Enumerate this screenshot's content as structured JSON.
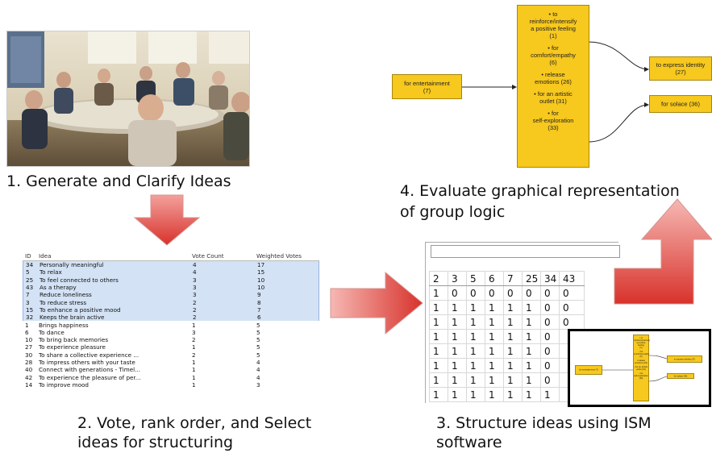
{
  "captions": {
    "step1": "1. Generate and Clarify Ideas",
    "step2_line1": "2. Vote, rank order, and Select",
    "step2_line2": "ideas for structuring",
    "step3_line1": "3. Structure ideas using ISM",
    "step3_line2": "software",
    "step4_line1": "4. Evaluate graphical representation",
    "step4_line2": "of group logic"
  },
  "graph": {
    "source": "for entertainment\n(7)",
    "middle": [
      "• to\nreinforce/intensify\na positive feeling\n(1)",
      "• for\ncomfort/empathy\n(6)",
      "• release\nemotions (26)",
      "• for an artistic\noutlet (31)",
      "• for\nself-exploration\n(33)"
    ],
    "target1": "to express identity\n(27)",
    "target2": "for solace (36)"
  },
  "vote_table": {
    "headers": [
      "ID",
      "Idea",
      "Vote Count",
      "Weighted Votes"
    ],
    "rows": [
      [
        "34",
        "Personally meaningful",
        "4",
        "17"
      ],
      [
        "5",
        "To relax",
        "4",
        "15"
      ],
      [
        "25",
        "To feel connected to others",
        "3",
        "10"
      ],
      [
        "43",
        "As a therapy",
        "3",
        "10"
      ],
      [
        "7",
        "Reduce loneliness",
        "3",
        "9"
      ],
      [
        "3",
        "To reduce stress",
        "2",
        "8"
      ],
      [
        "15",
        "To enhance a positive mood",
        "2",
        "7"
      ],
      [
        "32",
        "Keeps the brain active",
        "2",
        "6"
      ],
      [
        "1",
        "Brings happiness",
        "1",
        "5"
      ],
      [
        "6",
        "To dance",
        "3",
        "5"
      ],
      [
        "10",
        "To bring back memories",
        "2",
        "5"
      ],
      [
        "27",
        "To experience pleasure",
        "1",
        "5"
      ],
      [
        "30",
        "To share a collective experience ...",
        "2",
        "5"
      ],
      [
        "28",
        "To impress others with your taste",
        "1",
        "4"
      ],
      [
        "40",
        "Connect with generations - Timel...",
        "1",
        "4"
      ],
      [
        "42",
        "To experience the pleasure of per...",
        "1",
        "4"
      ],
      [
        "14",
        "To improve mood",
        "1",
        "3"
      ]
    ],
    "selected_count": 8
  },
  "matrix": {
    "header": [
      "2",
      "3",
      "5",
      "6",
      "7",
      "25",
      "34",
      "43"
    ],
    "rows": [
      [
        "1",
        "0",
        "0",
        "0",
        "0",
        "0",
        "0",
        "0"
      ],
      [
        "1",
        "1",
        "1",
        "1",
        "1",
        "1",
        "0",
        "0"
      ],
      [
        "1",
        "1",
        "1",
        "1",
        "1",
        "1",
        "0",
        "0"
      ],
      [
        "1",
        "1",
        "1",
        "1",
        "1",
        "1",
        "0",
        ""
      ],
      [
        "1",
        "1",
        "1",
        "1",
        "1",
        "1",
        "0",
        ""
      ],
      [
        "1",
        "1",
        "1",
        "1",
        "1",
        "1",
        "0",
        ""
      ],
      [
        "1",
        "1",
        "1",
        "1",
        "1",
        "1",
        "0",
        ""
      ],
      [
        "1",
        "1",
        "1",
        "1",
        "1",
        "1",
        "1",
        ""
      ]
    ]
  },
  "colors": {
    "node_fill": "#f7c81d",
    "arrow_red": "#e0403a",
    "selection": "#d3e2f5"
  }
}
